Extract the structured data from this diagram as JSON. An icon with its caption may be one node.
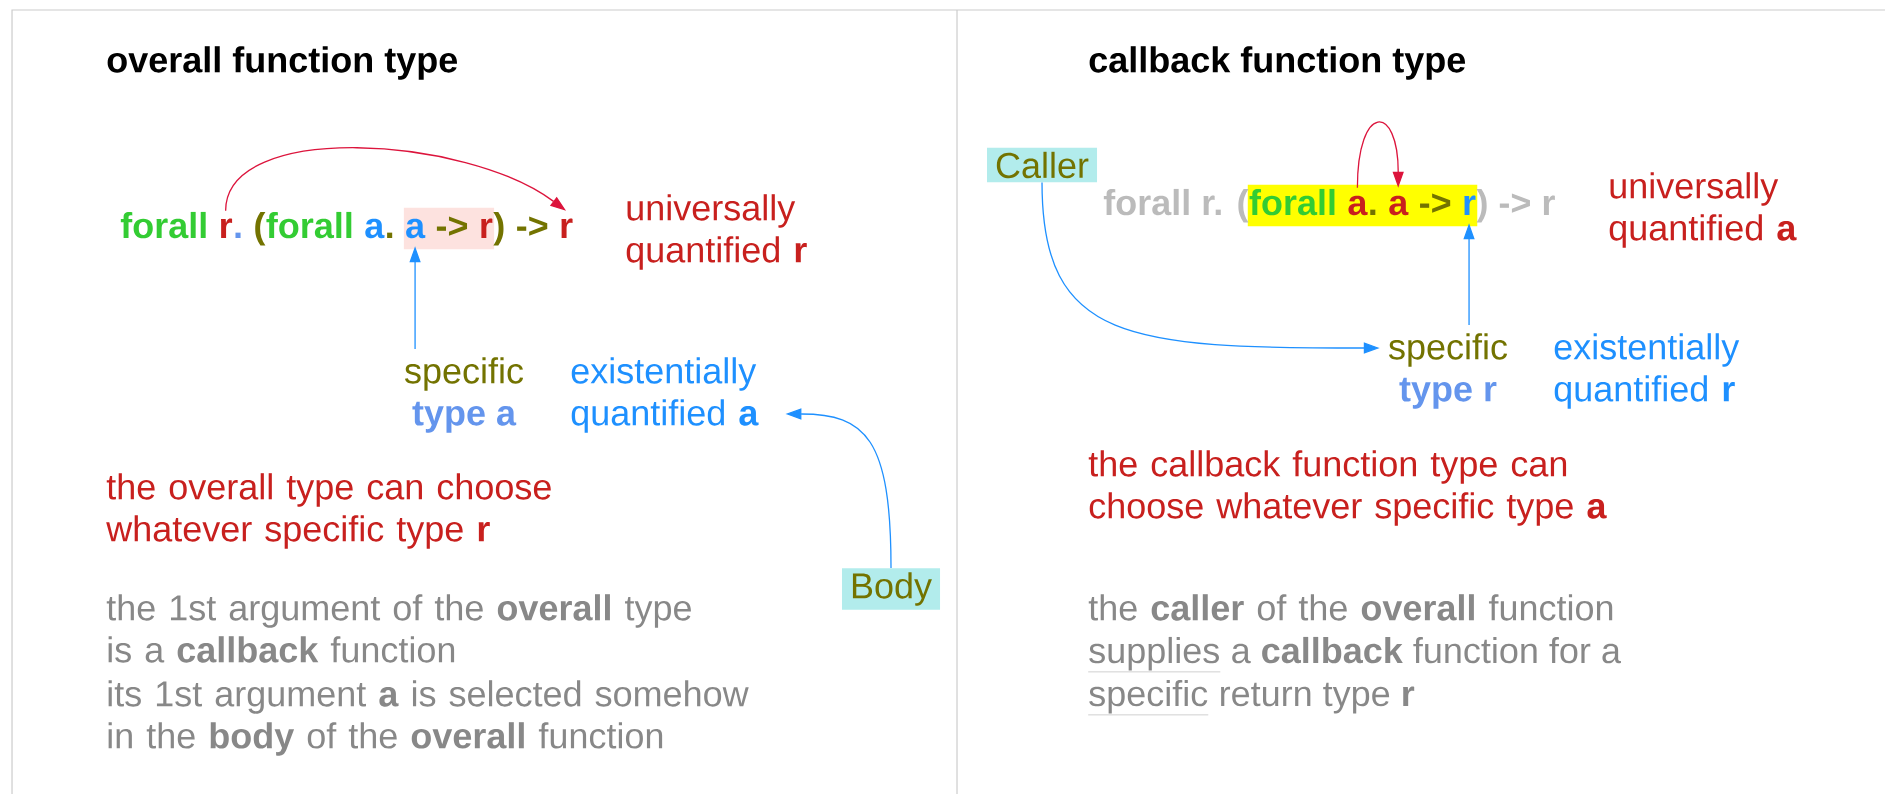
{
  "diagram": {
    "nodes": [
      {
        "text": [
          "r"
        ]
      },
      {
        "text": [
          "a"
        ]
      },
      {
        "text": [
          "r"
        ]
      },
      {
        "text": [
          "specific",
          "type a"
        ]
      },
      {
        "text": [
          "existentially quantified **a**"
        ]
      },
      {
        "text": [
          "Body"
        ]
      },
      {
        "text": [
          "Caller"
        ]
      },
      {
        "text": [
          "a"
        ]
      },
      {
        "text": [
          "a"
        ]
      },
      {
        "text": [
          "r"
        ]
      },
      {
        "text": [
          "specific",
          "type r"
        ]
      }
    ],
    "edges": [
      {
        "from": 0,
        "to": 2,
        "arrow": "to",
        "color": "#dc143c"
      },
      {
        "from": 3,
        "to": 1,
        "arrow": "to"
      },
      {
        "from": 5,
        "to": 4,
        "arrow": "to"
      },
      {
        "from": 7,
        "to": 8,
        "arrow": "to",
        "color": "#dc143c"
      },
      {
        "from": 10,
        "to": 9,
        "arrow": "to"
      },
      {
        "from": 6,
        "to": 10,
        "arrow": "to"
      }
    ],
    "labels": [
      "overall function type",
      "callback function type",
      "forall",
      ".",
      "(",
      "forall",
      "a",
      ".",
      "->",
      "r",
      ")",
      "->",
      "universally quantified **r**",
      "forall r. (",
      "forall",
      ".",
      "->",
      ") -> r",
      "universally quantified **a**",
      "existentially quantified **r**",
      "the overall type can choose whatever specific type **r**",
      "the callback function type can choose whatever specific type **a**",
      "the 1st argument of the **overall** type is a **callback** function",
      "its 1st argument **a** is selected somehow in the **body** of the **overall** function",
      "the **caller** of the **overall** function",
      "supplies",
      "a **callback** function for a",
      "specific",
      "return type **r**"
    ]
  }
}
